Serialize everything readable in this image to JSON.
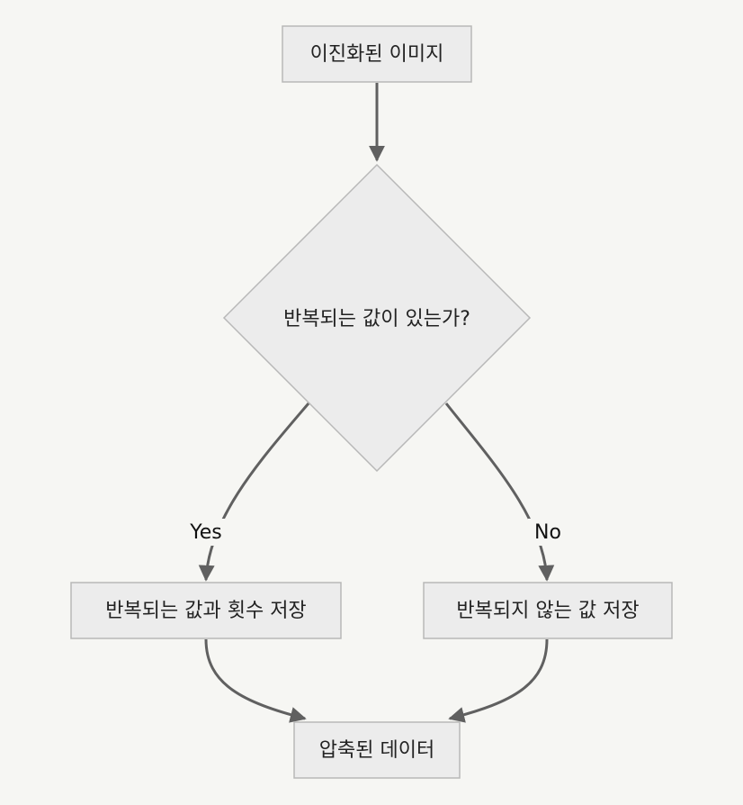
{
  "flowchart": {
    "nodes": {
      "start": {
        "label": "이진화된 이미지"
      },
      "decision": {
        "label": "반복되는 값이 있는가?"
      },
      "yes_action": {
        "label": "반복되는 값과 횟수 저장"
      },
      "no_action": {
        "label": "반복되지 않는 값 저장"
      },
      "end": {
        "label": "압축된 데이터"
      }
    },
    "edges": {
      "yes": {
        "label": "Yes"
      },
      "no": {
        "label": "No"
      }
    }
  },
  "colors": {
    "background": "#f6f6f3",
    "node_fill": "#ececec",
    "node_border": "#b8b8b8",
    "edge": "#606060",
    "text": "#222222"
  }
}
